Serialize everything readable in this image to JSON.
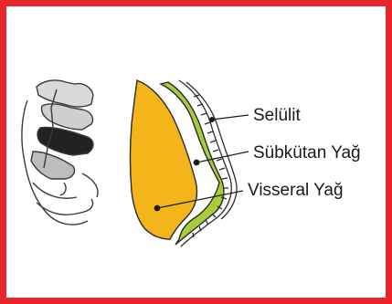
{
  "diagram": {
    "labels": [
      {
        "id": "cellulite",
        "text": "Selülit"
      },
      {
        "id": "subcutaneous-fat",
        "text": "Sübkütan Yağ"
      },
      {
        "id": "visceral-fat",
        "text": "Visseral Yağ"
      }
    ],
    "colors": {
      "frame": "#e8252b",
      "visceral": "#f4b51b",
      "subcutaneous": "#a8cd3a",
      "outline": "#2a2a2a"
    }
  }
}
